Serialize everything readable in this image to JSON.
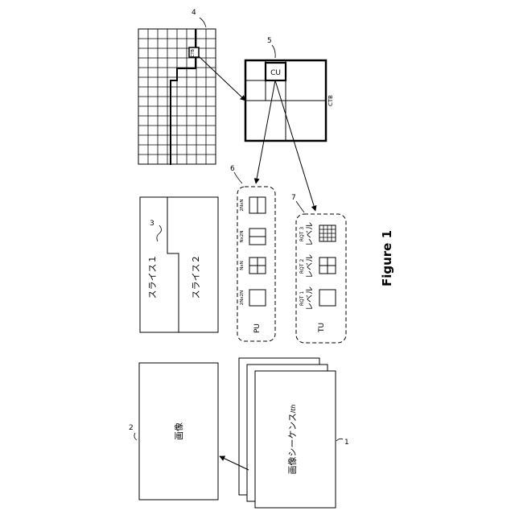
{
  "figure_caption": "Figure 1",
  "image_block": {
    "label": "画像",
    "ref": "2"
  },
  "sequence": {
    "label": "画像シーケンス",
    "suffix": "Ith",
    "ref": "1"
  },
  "slices": {
    "slice1": "スライス１",
    "slice2": "スライス２",
    "ref": "3"
  },
  "grid": {
    "ref": "4",
    "cell_label": "CTB"
  },
  "ctb_detail": {
    "ref": "5",
    "cu_label": "CU",
    "ctb_label": "CTB"
  },
  "pu_group": {
    "ref": "6",
    "label": "PU",
    "partitions": [
      "2Nx2N",
      "NxN",
      "Nx2N",
      "2NxN"
    ]
  },
  "tu_group": {
    "ref": "7",
    "label": "TU",
    "levels": [
      {
        "top": "RQT 1",
        "bottom": "レベル"
      },
      {
        "top": "RQT 2",
        "bottom": "レベル"
      },
      {
        "top": "RQT 3",
        "bottom": "レベル"
      }
    ]
  }
}
